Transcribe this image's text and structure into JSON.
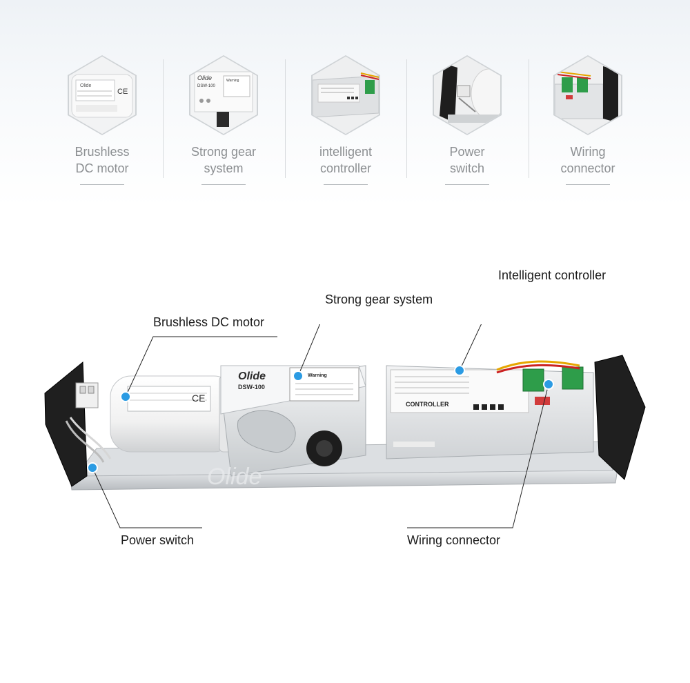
{
  "features": [
    {
      "id": "motor",
      "label_line1": "Brushless",
      "label_line2": "DC motor",
      "icon": "motor-icon"
    },
    {
      "id": "gear",
      "label_line1": "Strong gear",
      "label_line2": "system",
      "icon": "gear-box-icon"
    },
    {
      "id": "controller",
      "label_line1": "intelligent",
      "label_line2": "controller",
      "icon": "controller-icon"
    },
    {
      "id": "power",
      "label_line1": "Power",
      "label_line2": "switch",
      "icon": "power-switch-icon"
    },
    {
      "id": "wiring",
      "label_line1": "Wiring",
      "label_line2": "connector",
      "icon": "wiring-connector-icon"
    }
  ],
  "callouts": {
    "motor": "Brushless DC motor",
    "gear": "Strong gear system",
    "controller": "Intelligent controller",
    "power": "Power switch",
    "wiring": "Wiring connector"
  },
  "product_labels": {
    "brand": "Olide",
    "model": "DSW-100",
    "warning": "Warning",
    "controller_text": "CONTROLLER",
    "watermark": "Olide"
  },
  "colors": {
    "accent_dot": "#2b9be3",
    "label_gray": "#8c8f92",
    "leader_line": "#222222"
  }
}
